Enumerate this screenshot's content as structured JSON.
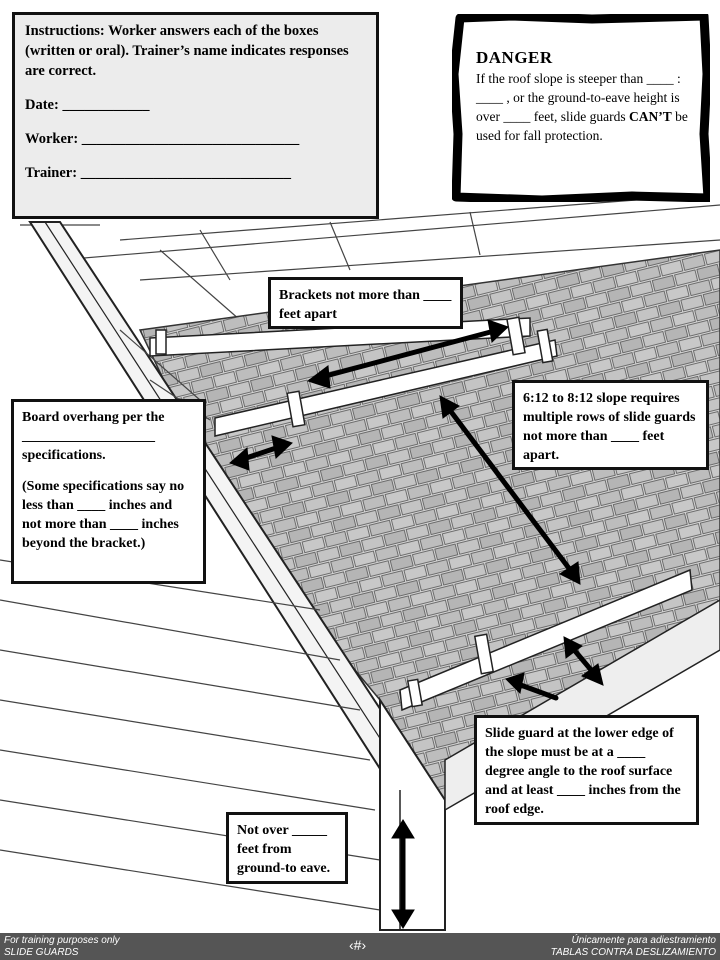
{
  "instructions": {
    "text": "Instructions: Worker answers each of the boxes (written or oral). Trainer’s name indicates responses are correct.",
    "date": "Date: ____________",
    "worker": "Worker: ______________________________",
    "trainer": "Trainer: _____________________________"
  },
  "danger": {
    "title": "DANGER",
    "line1": "If the roof slope is steeper than ____ : ____ , or the ground-to-eave height is over ____ feet, slide guards",
    "cant": "CAN’T",
    "line2": " be used for fall protection."
  },
  "callouts": {
    "brackets": "Brackets not more than ____ feet apart",
    "slope": "6:12 to 8:12 slope requires multiple rows of slide guards not more than ____ feet apart.",
    "overhang_1": "Board overhang per the ___________________ specifications.",
    "overhang_2": "(Some specifications say no less than ____ inches and not more than ____ inches beyond the bracket.)",
    "lower_edge": "Slide guard at the lower edge of the slope must be at a ____ degree angle to the roof surface and at least ____ inches from the roof edge.",
    "height": "Not over _____ feet from ground-to eave."
  },
  "footer": {
    "left_1": "For training purposes only",
    "left_2": "SLIDE GUARDS",
    "center": "‹#›",
    "right_1": "Únicamente para adiestramiento",
    "right_2": "TABLAS CONTRA DESLIZAMIENTO"
  }
}
